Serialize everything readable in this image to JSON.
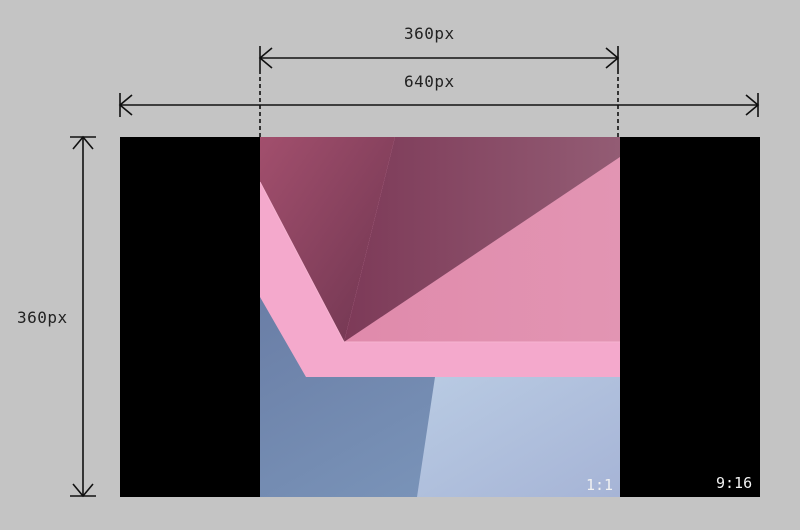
{
  "dimensions": {
    "crop_width_label": "360px",
    "frame_width_label": "640px",
    "frame_height_label": "360px"
  },
  "ratios": {
    "crop_ratio": "1:1",
    "frame_ratio": "9:16"
  },
  "colors": {
    "background": "#c4c4c4",
    "frame": "#000000",
    "line": "#111111",
    "pink": "#f3a5c8",
    "dark_rose": "#7e3e58",
    "blue": "#7d8fb5",
    "light_blue": "#b6c7e0"
  }
}
